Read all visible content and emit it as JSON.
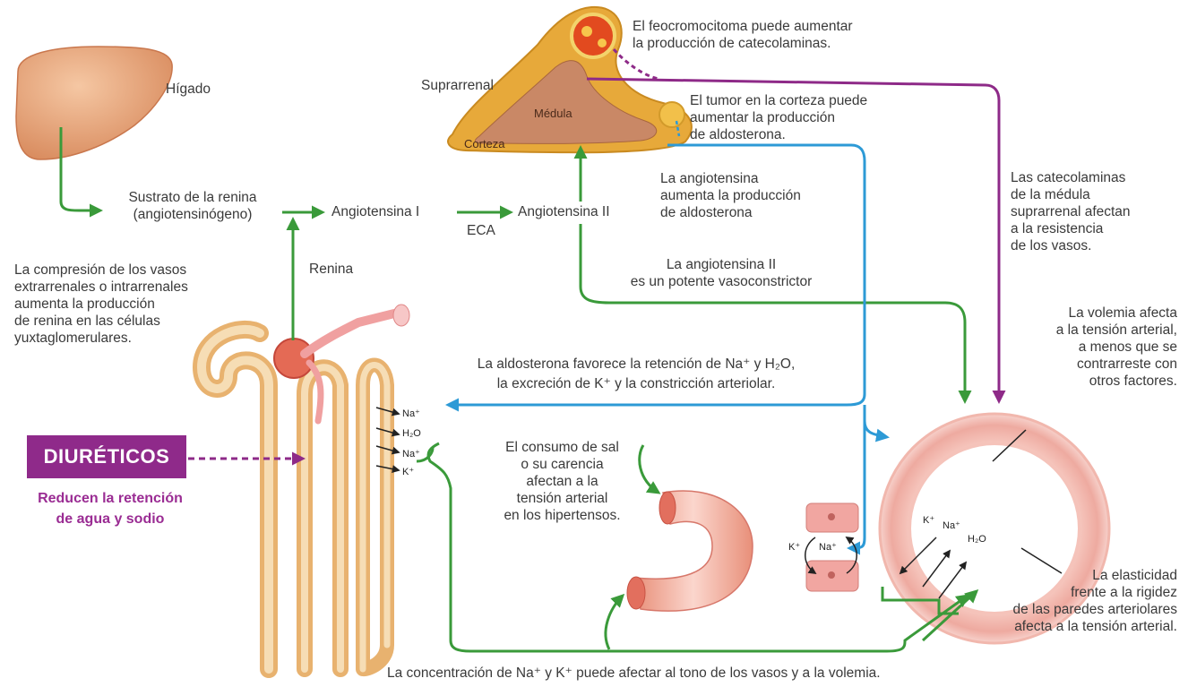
{
  "labels": {
    "liver": "Hígado",
    "adrenal": "Suprarrenal",
    "medulla": "Médula",
    "cortex": "Corteza",
    "renin_substrate": "Sustrato de la renina\n(angiotensinógeno)",
    "angiotensin_1": "Angiotensina I",
    "ace": "ECA",
    "angiotensin_2": "Angiotensina II",
    "renin": "Renina"
  },
  "annotations": {
    "pheochromocytoma": "El feocromocitoma puede aumentar\nla producción de catecolaminas.",
    "cortex_tumor": "El tumor en la corteza puede\naumentar la producción\nde aldosterona.",
    "angiotensin_aldosterone": "La angiotensina\naumenta la producción\nde aldosterona",
    "angiotensin_vasoconstrictor": "La angiotensina II\nes un potente vasoconstrictor",
    "catecholamines": "Las catecolaminas\nde la médula\nsuprarrenal afectan\na la resistencia\nde los vasos.",
    "compression": "La compresión de los vasos\nextrarrenales o intrarrenales\naumenta la producción\nde renina en las células\nyuxtaglomerulares.",
    "aldosterone_line1": "La aldosterona favorece la retención de Na⁺ y H₂O,",
    "aldosterone_line2": "la excreción de K⁺ y la constricción arteriolar.",
    "volemia": "La volemia afecta\na la tensión arterial,\na menos que se\ncontrarreste con\notros factores.",
    "salt": "El consumo de sal\no su carencia\nafectan a la\ntensión arterial\nen los hipertensos.",
    "elasticity": "La elasticidad\nfrente a la rigidez\nde las paredes arteriolares\nafecta a la tensión arterial.",
    "na_k": "La concentración de Na⁺ y K⁺ puede afectar al tono de los vasos y a la volemia."
  },
  "ions": {
    "kidney": [
      "Na⁺",
      "H₂O",
      "Na⁺",
      "K⁺"
    ],
    "cell": [
      "K⁺",
      "Na⁺"
    ],
    "vessel": [
      "K⁺",
      "Na⁺",
      "H₂O"
    ]
  },
  "diuretics": {
    "title": "DIURÉTICOS",
    "subtitle": "Reducen la retención\nde agua y sodio"
  },
  "colors": {
    "green": "#3a9a3a",
    "blue": "#2d9ad6",
    "purple": "#8e2a88",
    "skin": "#e9a27a",
    "vessel_pink": "#f1b7ad",
    "adrenal_gold": "#e7a93a"
  }
}
